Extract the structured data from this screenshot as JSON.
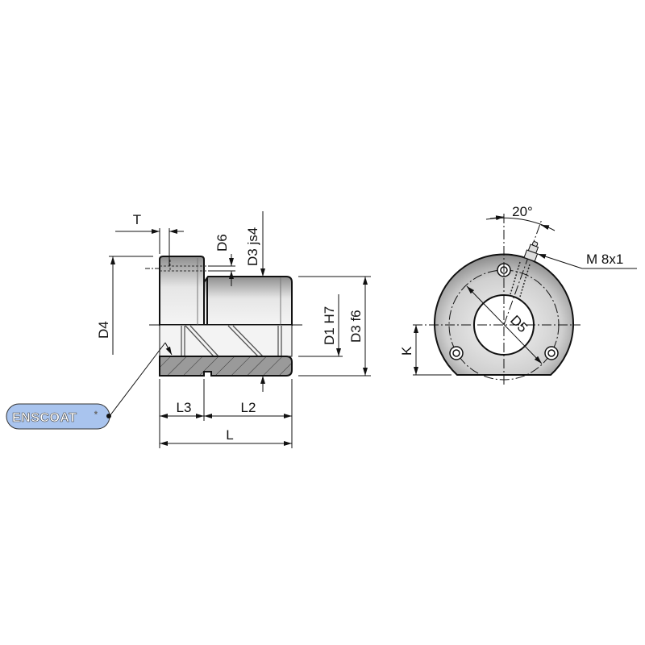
{
  "side_view": {
    "dimensions": {
      "T": "T",
      "D6": "D6",
      "D3_js4": "D3 js4",
      "D4": "D4",
      "D1_H7": "D1 H7",
      "D3_f6": "D3 f6",
      "L3": "L3",
      "L2": "L2",
      "L": "L"
    },
    "coating_label": "ENSCOAT",
    "coating_mark": "*"
  },
  "front_view": {
    "angle": "20°",
    "thread": "M 8x1",
    "D5": "D5",
    "K": "K"
  },
  "colors": {
    "coating_pill": "#a9c4ee",
    "body_light": "#f2f2f2",
    "body_dark": "#9a9a9a"
  }
}
